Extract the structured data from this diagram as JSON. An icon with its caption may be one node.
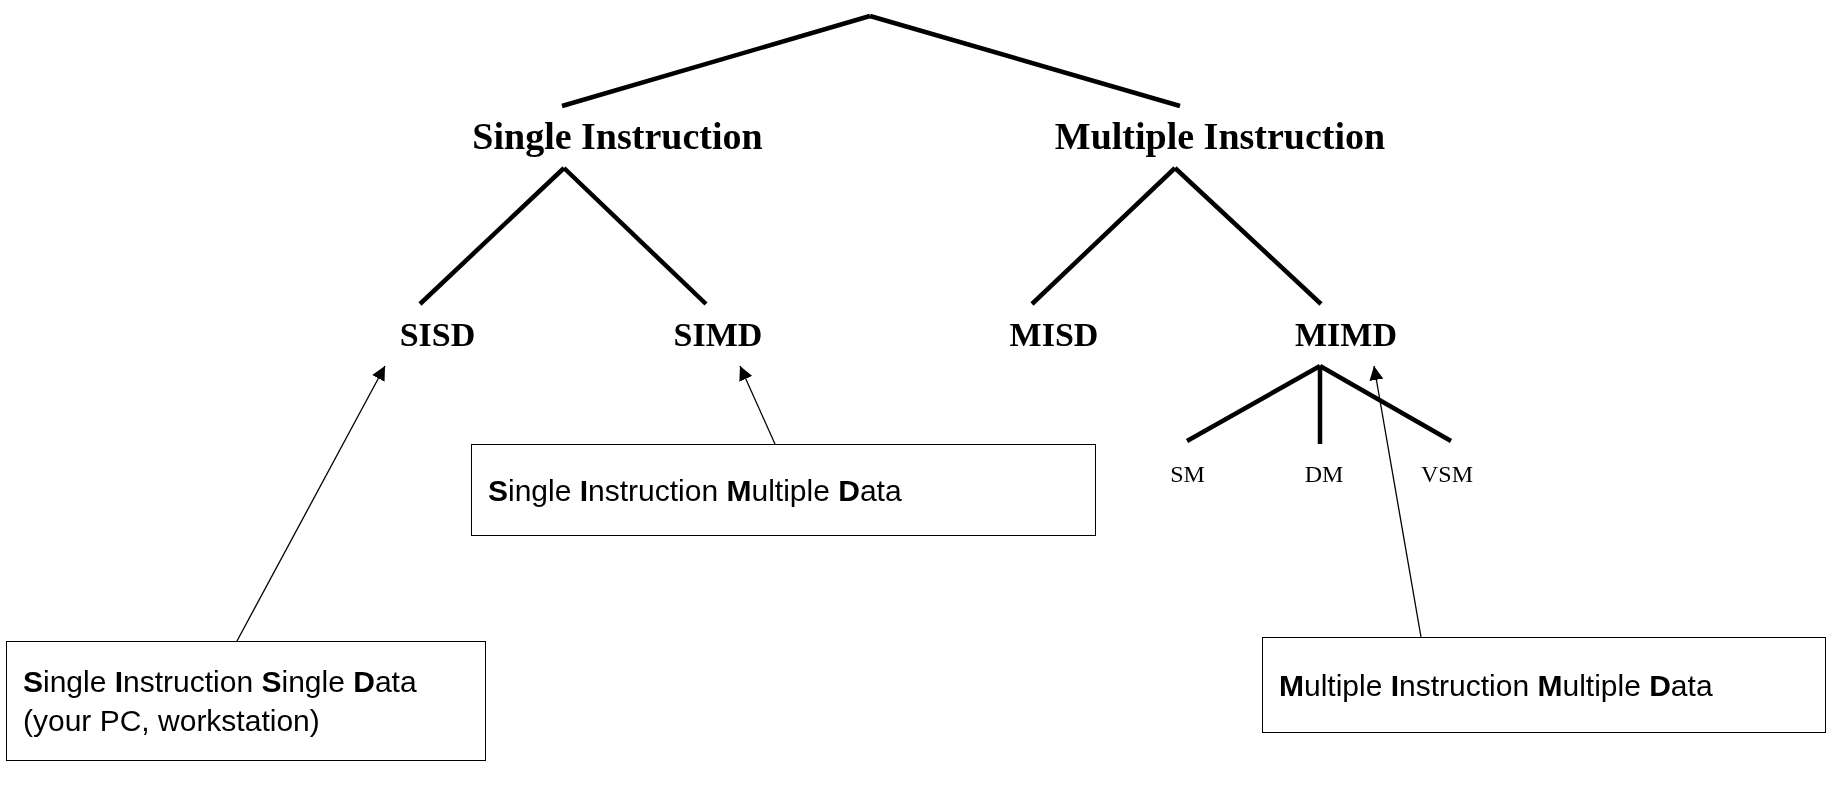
{
  "diagram": {
    "nodes": [
      {
        "text": [
          "Single Instruction"
        ]
      },
      {
        "text": [
          "Multiple Instruction"
        ]
      },
      {
        "text": [
          "SISD"
        ]
      },
      {
        "text": [
          "SIMD"
        ]
      },
      {
        "text": [
          "MISD"
        ]
      },
      {
        "text": [
          "MIMD"
        ]
      },
      {
        "text": [
          "SM"
        ]
      },
      {
        "text": [
          "DM"
        ]
      },
      {
        "text": [
          "VSM"
        ]
      },
      {
        "text": [
          "**S**ingle **I**nstruction **S**ingle **D**ata",
          "(your PC, workstation)"
        ]
      },
      {
        "text": [
          "**S**ingle **I**nstruction **M**ultiple **D**ata"
        ]
      },
      {
        "text": [
          "**M**ultiple **I**nstruction **M**ultiple **D**ata"
        ]
      }
    ],
    "edges": [
      {
        "from": null,
        "to": 0,
        "arrow": "none"
      },
      {
        "from": null,
        "to": 1,
        "arrow": "none"
      },
      {
        "from": 0,
        "to": 2,
        "arrow": "none"
      },
      {
        "from": 0,
        "to": 3,
        "arrow": "none"
      },
      {
        "from": 1,
        "to": 4,
        "arrow": "none"
      },
      {
        "from": 1,
        "to": 5,
        "arrow": "none"
      },
      {
        "from": 5,
        "to": 6,
        "arrow": "none"
      },
      {
        "from": 5,
        "to": 7,
        "arrow": "none"
      },
      {
        "from": 5,
        "to": 8,
        "arrow": "none"
      },
      {
        "from": 9,
        "to": 2,
        "arrow": "to"
      },
      {
        "from": 10,
        "to": 3,
        "arrow": "to"
      },
      {
        "from": 11,
        "to": 5,
        "arrow": "to"
      }
    ]
  }
}
